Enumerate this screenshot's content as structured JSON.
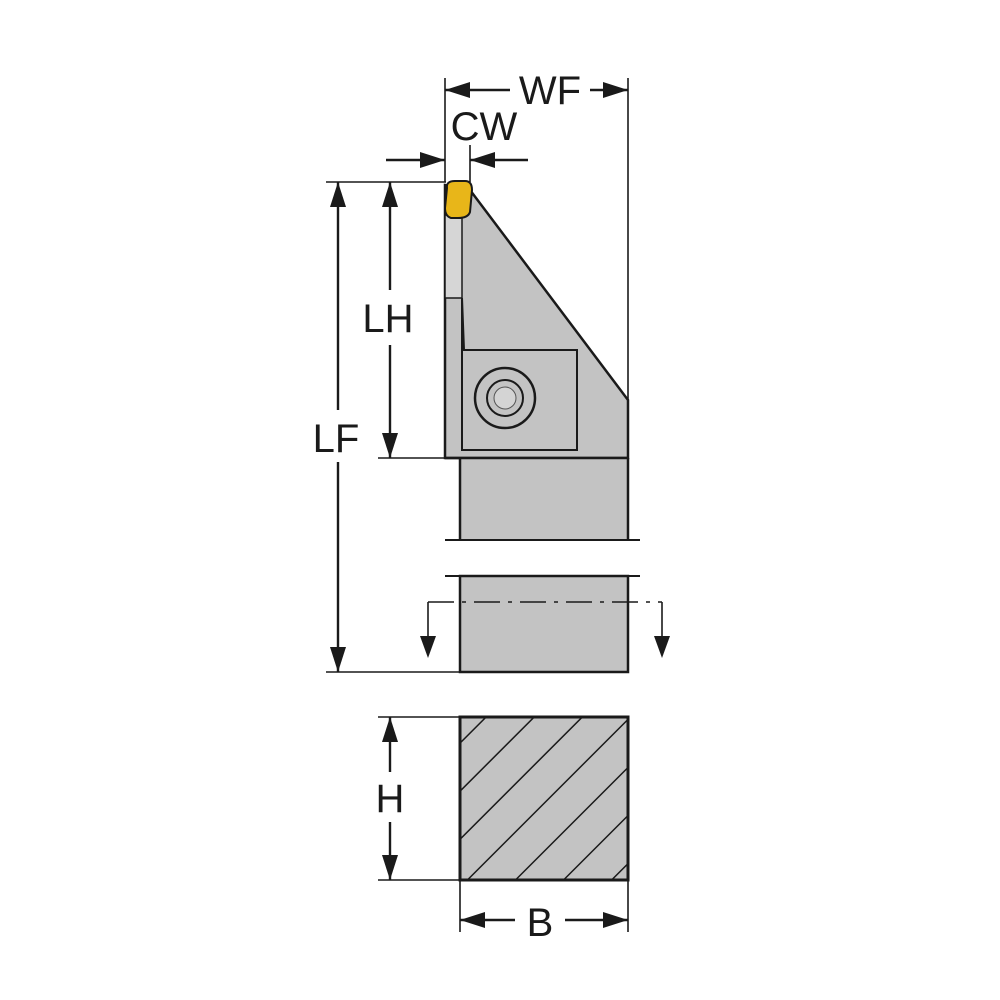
{
  "labels": {
    "wf": "WF",
    "cw": "CW",
    "lh": "LH",
    "lf": "LF",
    "h": "H",
    "b": "B"
  },
  "colors": {
    "body_fill": "#c3c3c3",
    "body_light": "#d4d4d4",
    "body_stroke": "#1a1a1a",
    "insert_fill": "#e8b619",
    "line": "#1a1a1a",
    "background": "#ffffff"
  }
}
